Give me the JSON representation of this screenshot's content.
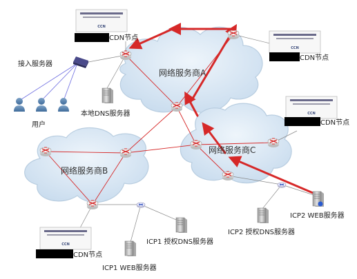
{
  "clouds": {
    "a": "网络服务商A",
    "b": "网络服务商B",
    "c": "网络服务商C"
  },
  "cdn_nodes": {
    "top": "CDN节点",
    "top_right": "CDN节点",
    "right": "CDN节点",
    "bottom_left": "CDN节点",
    "ccn_badge": "CCN"
  },
  "labels": {
    "access_server": "接入服务器",
    "users": "用户",
    "local_dns": "本地DNS服务器",
    "icp2_web": "ICP2 WEB服务器",
    "icp2_dns": "ICP2 授权DNS服务器",
    "icp1_dns": "ICP1 授权DNS服务器",
    "icp1_web": "ICP1 WEB服务器"
  },
  "colors": {
    "cloud_fill": "#dbe8f4",
    "cloud_stroke": "#b8cde0",
    "link_red": "#d62828",
    "link_blue": "#6a6ae0",
    "router_fill": "#f2f2f2"
  }
}
